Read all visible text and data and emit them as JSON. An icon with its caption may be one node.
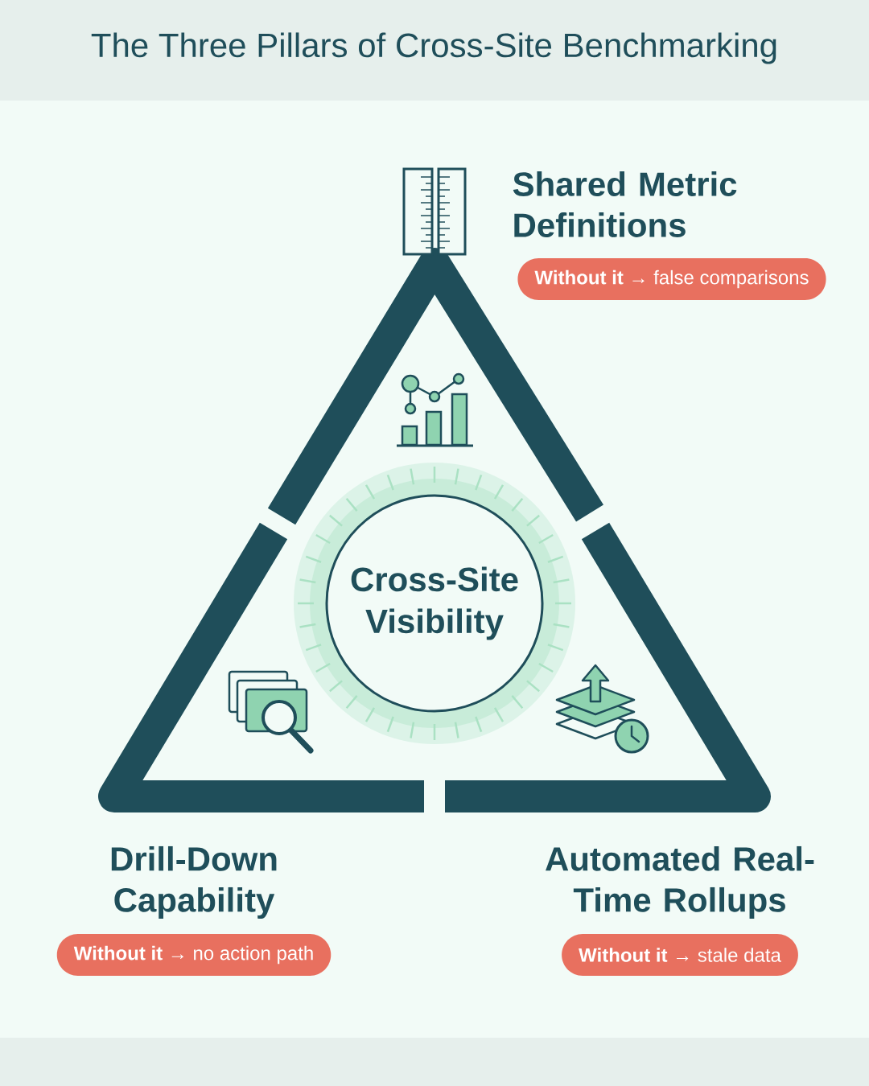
{
  "diagram": {
    "title": "The Three Pillars of Cross-Site Benchmarking",
    "nodes": [
      {
        "text": [
          "Shared Metric Definitions",
          "**Without it** → false comparisons"
        ]
      },
      {
        "text": [
          "Cross-Site Visibility"
        ]
      },
      {
        "text": [
          "Drill-Down Capability",
          "**Without it** → no action path"
        ]
      },
      {
        "text": [
          "Automated Real-Time Rollups",
          "**Without it** → stale data"
        ]
      }
    ]
  }
}
